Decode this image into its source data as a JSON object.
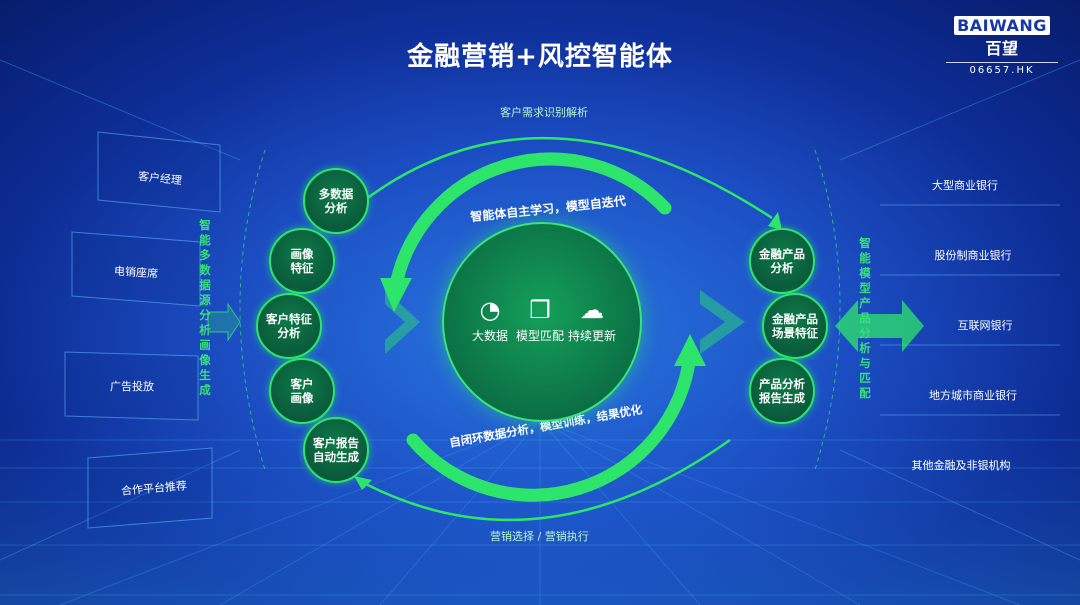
{
  "title": "金融营销+风控智能体",
  "logo": {
    "brand": "BAIWANG",
    "brand_cn": "百望",
    "code": "06657.HK"
  },
  "top_arc_label": "客户需求识别解析",
  "bottom_arc_label": "营销选择 / 营销执行",
  "ring_top": "智能体自主学习，模型自迭代",
  "ring_bottom": "自闭环数据分析，模型训练，结果优化",
  "center": {
    "items": [
      {
        "label": "大数据",
        "icon": "pie-chart-icon"
      },
      {
        "label": "模型匹配",
        "icon": "cubes-icon"
      },
      {
        "label": "持续更新",
        "icon": "cloud-upload-icon"
      }
    ]
  },
  "left_nodes": [
    "多数据\n分析",
    "画像\n特征",
    "客户特征\n分析",
    "客户\n画像",
    "客户报告\n自动生成"
  ],
  "right_nodes": [
    "金融产品\n分析",
    "金融产品\n场景特征",
    "产品分析\n报告生成"
  ],
  "left_sources": [
    "客户经理",
    "电销座席",
    "广告投放",
    "合作平台推荐"
  ],
  "left_vertical": "智能多数据源分析画像生成",
  "right_vertical": "智能模型产品分析与匹配",
  "right_targets": [
    "大型商业银行",
    "股份制商业银行",
    "互联网银行",
    "地方城市商业银行",
    "其他金融及非银机构"
  ],
  "colors": {
    "accent": "#2ee56b",
    "background": "#163fb8"
  }
}
